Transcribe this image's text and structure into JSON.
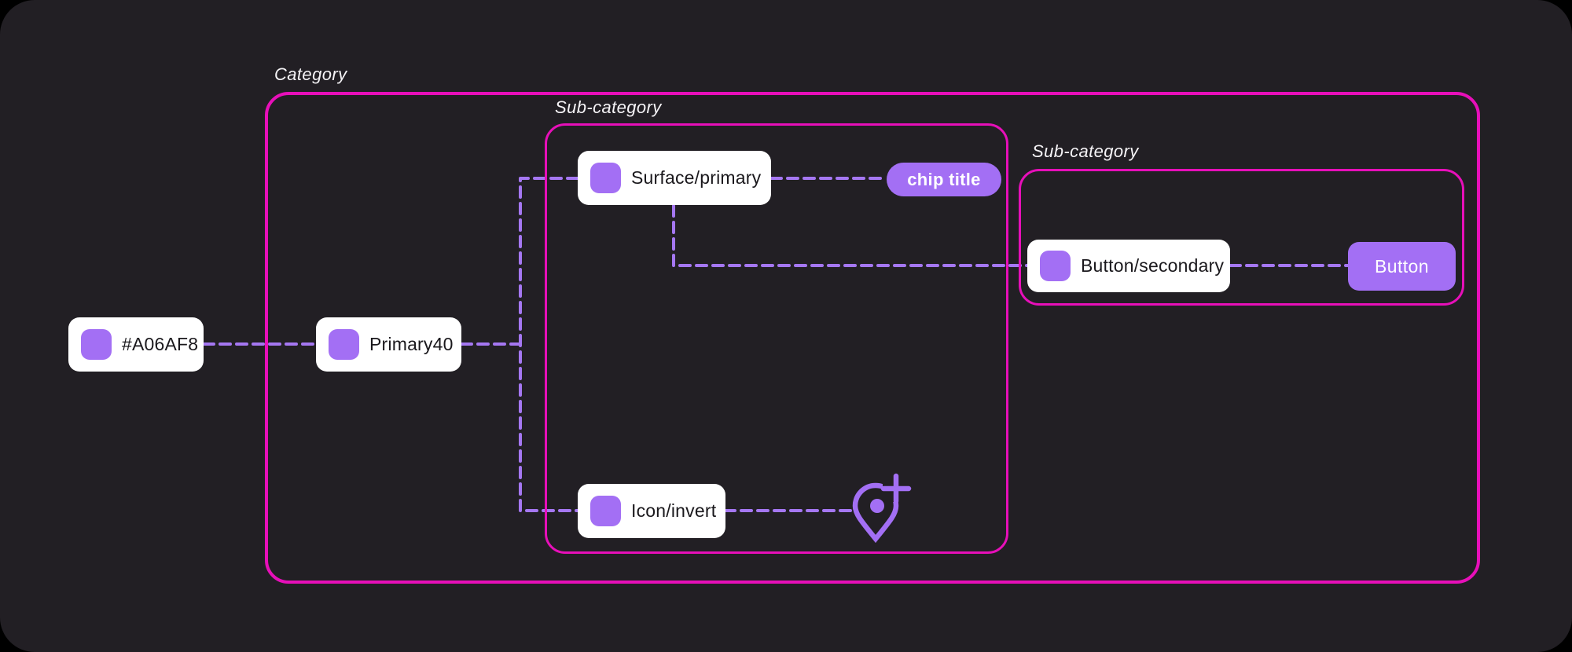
{
  "canvas": {
    "background_color": "#221F24",
    "frame_border_color": "#E70FB9",
    "accent_purple": "#A36FF4",
    "wire_color": "#A577F2",
    "card_background": "#FFFFFF",
    "card_text_color": "#1A181C",
    "label_text_color": "#F6F4F7"
  },
  "frames": {
    "category": {
      "label": "Category"
    },
    "subcategory_left": {
      "label": "Sub-category"
    },
    "subcategory_right": {
      "label": "Sub-category"
    }
  },
  "tokens": {
    "hex": {
      "label": "#A06AF8",
      "swatch_color": "#A36FF4"
    },
    "primary": {
      "label": "Primary40",
      "swatch_color": "#A36FF4"
    },
    "surface": {
      "label": "Surface/primary",
      "swatch_color": "#A36FF4"
    },
    "icon": {
      "label": "Icon/invert",
      "swatch_color": "#A36FF4"
    },
    "button_secondary": {
      "label": "Button/secondary",
      "swatch_color": "#A36FF4"
    }
  },
  "outputs": {
    "chip": {
      "label": "chip title",
      "color": "#A36FF4"
    },
    "button": {
      "label": "Button",
      "color": "#A36FF4"
    },
    "pin": {
      "icon": "add-location-icon",
      "color": "#A36FF4"
    }
  }
}
